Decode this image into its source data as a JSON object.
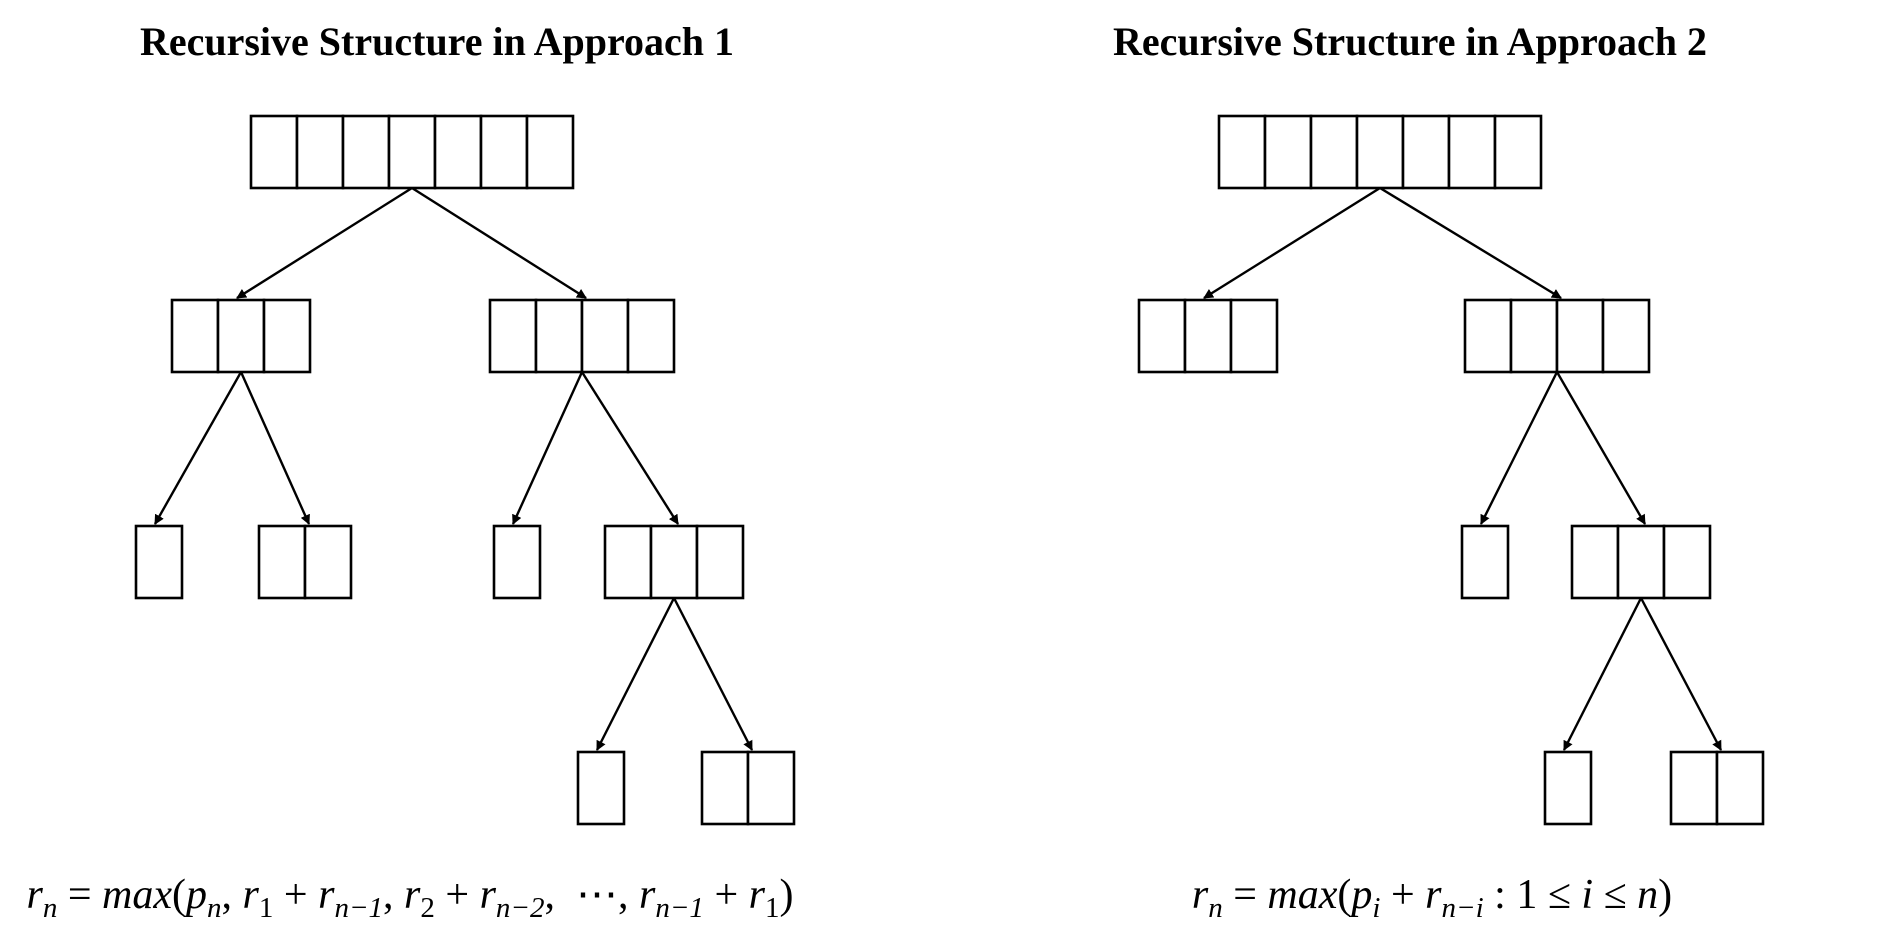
{
  "panels": [
    {
      "title": "Recursive Structure in Approach 1",
      "formula": {
        "parts": [
          {
            "t": "r",
            "it": true
          },
          {
            "t": "n",
            "sub": true,
            "it": true
          },
          {
            "t": " = ",
            "it": false
          },
          {
            "t": "max",
            "it": true
          },
          {
            "t": "(",
            "it": false
          },
          {
            "t": "p",
            "it": true
          },
          {
            "t": "n",
            "sub": true,
            "it": true
          },
          {
            "t": ", ",
            "it": false
          },
          {
            "t": "r",
            "it": true
          },
          {
            "t": "1",
            "sub": true,
            "it": false
          },
          {
            "t": " + ",
            "it": false
          },
          {
            "t": "r",
            "it": true
          },
          {
            "t": "n−1",
            "sub": true,
            "it": true
          },
          {
            "t": ", ",
            "it": false
          },
          {
            "t": "r",
            "it": true
          },
          {
            "t": "2",
            "sub": true,
            "it": false
          },
          {
            "t": " + ",
            "it": false
          },
          {
            "t": "r",
            "it": true
          },
          {
            "t": "n−2",
            "sub": true,
            "it": true
          },
          {
            "t": ",  ⋯, ",
            "it": false
          },
          {
            "t": "r",
            "it": true
          },
          {
            "t": "n−1",
            "sub": true,
            "it": true
          },
          {
            "t": " + ",
            "it": false
          },
          {
            "t": "r",
            "it": true
          },
          {
            "t": "1",
            "sub": true,
            "it": false
          },
          {
            "t": ")",
            "it": false
          }
        ]
      },
      "tree": {
        "cells": 7,
        "children": [
          {
            "cells": 3,
            "children": [
              {
                "cells": 1,
                "children": []
              },
              {
                "cells": 2,
                "children": []
              }
            ]
          },
          {
            "cells": 4,
            "children": [
              {
                "cells": 1,
                "children": []
              },
              {
                "cells": 3,
                "children": [
                  {
                    "cells": 1,
                    "children": []
                  },
                  {
                    "cells": 2,
                    "children": []
                  }
                ]
              }
            ]
          }
        ]
      }
    },
    {
      "title": "Recursive Structure in Approach 2",
      "formula": {
        "parts": [
          {
            "t": "r",
            "it": true
          },
          {
            "t": "n",
            "sub": true,
            "it": true
          },
          {
            "t": " = ",
            "it": false
          },
          {
            "t": "max",
            "it": true
          },
          {
            "t": "(",
            "it": false
          },
          {
            "t": "p",
            "it": true
          },
          {
            "t": "i",
            "sub": true,
            "it": true
          },
          {
            "t": " + ",
            "it": false
          },
          {
            "t": "r",
            "it": true
          },
          {
            "t": "n−i",
            "sub": true,
            "it": true
          },
          {
            "t": " : 1 ≤ ",
            "it": false
          },
          {
            "t": "i",
            "it": true
          },
          {
            "t": " ≤ ",
            "it": false
          },
          {
            "t": "n",
            "it": true
          },
          {
            "t": ")",
            "it": false
          }
        ]
      },
      "tree": {
        "cells": 7,
        "children": [
          {
            "cells": 3,
            "children": []
          },
          {
            "cells": 4,
            "children": [
              {
                "cells": 1,
                "children": []
              },
              {
                "cells": 3,
                "children": [
                  {
                    "cells": 1,
                    "children": []
                  },
                  {
                    "cells": 2,
                    "children": []
                  }
                ]
              }
            ]
          }
        ]
      }
    }
  ]
}
